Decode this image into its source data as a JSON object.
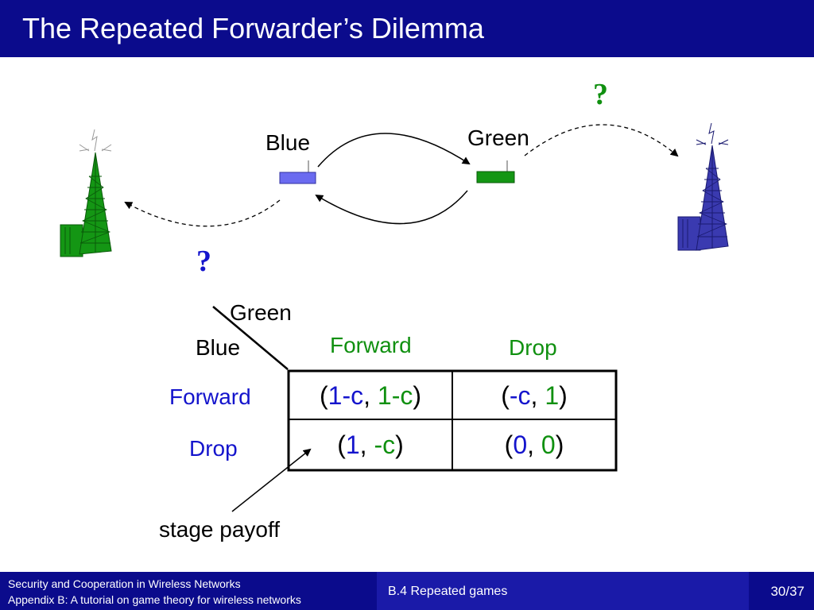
{
  "slide": {
    "title": "The Repeated Forwarder’s Dilemma"
  },
  "diagram": {
    "blue_label": "Blue",
    "green_label": "Green",
    "question_right": "?",
    "question_left": "?"
  },
  "matrix": {
    "col_player": "Green",
    "row_player": "Blue",
    "col_headers": [
      "Forward",
      "Drop"
    ],
    "row_headers": [
      "Forward",
      "Drop"
    ],
    "cells": [
      [
        {
          "open": "(",
          "a": "1-c",
          "sep": ", ",
          "b": "1-c",
          "close": ")"
        },
        {
          "open": "(",
          "a": "-c",
          "sep": ", ",
          "b": "1",
          "close": ")"
        }
      ],
      [
        {
          "open": "(",
          "a": "1",
          "sep": ", ",
          "b": "-c",
          "close": ")"
        },
        {
          "open": "(",
          "a": "0",
          "sep": ", ",
          "b": "0",
          "close": ")"
        }
      ]
    ],
    "annotation": "stage payoff"
  },
  "footer": {
    "course_line1": "Security and Cooperation in Wireless Networks",
    "course_line2": "Appendix B: A tutorial on game theory for wireless networks",
    "section": "B.4 Repeated games",
    "page": "30/37"
  },
  "colors": {
    "blue_player": "#1414cc",
    "green_player": "#109010",
    "title_bar": "#0b0b8c",
    "blue_device": "#6b6bf0",
    "green_device": "#149614"
  }
}
